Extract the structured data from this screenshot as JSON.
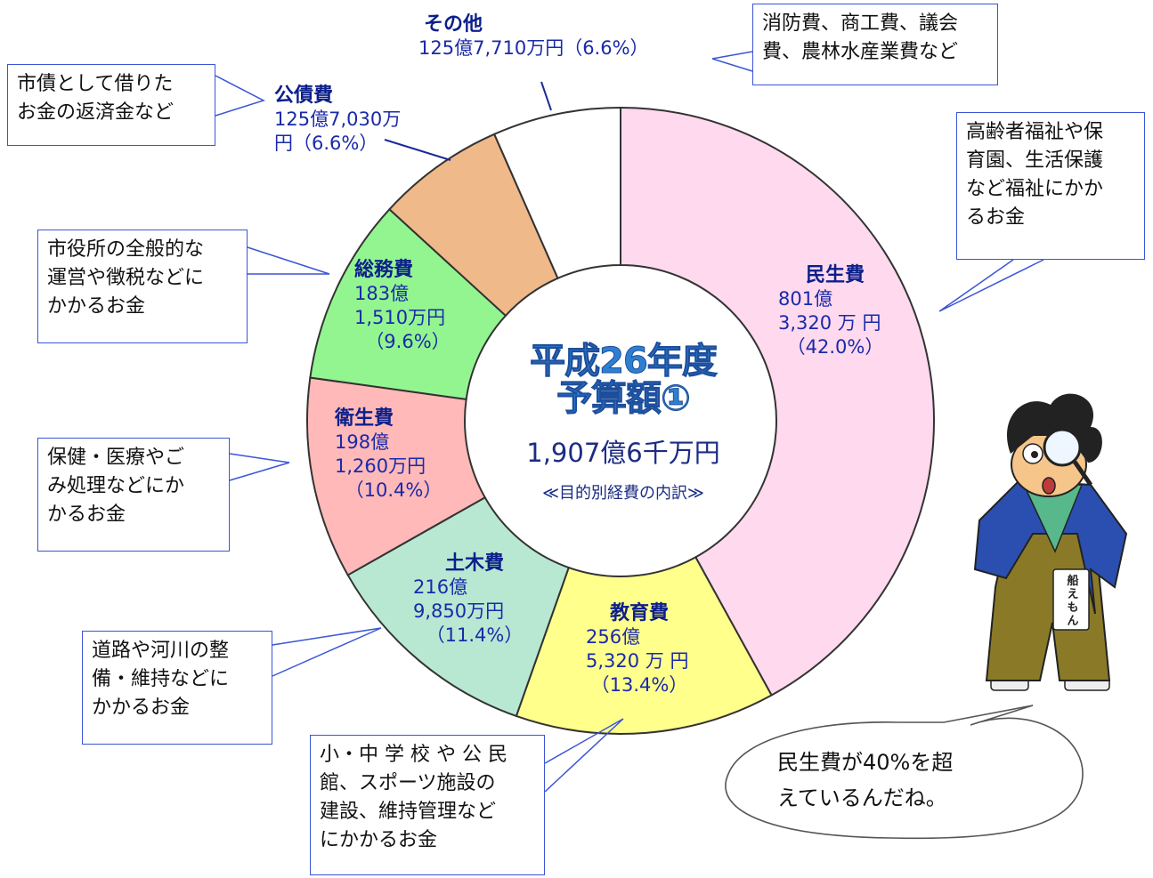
{
  "chart_data": {
    "type": "pie",
    "variant": "donut",
    "title": [
      "平成26年度",
      "予算額①"
    ],
    "total_label": "1,907億6千万円",
    "subtitle": "≪目的別経費の内訳≫",
    "segments": [
      {
        "name": "民生費",
        "amount_lines": [
          "801億",
          "3,320 万 円"
        ],
        "percent_label": "（42.0%）",
        "value": 42.0,
        "color": "#ffd9ee"
      },
      {
        "name": "教育費",
        "amount_lines": [
          "256億",
          "5,320 万 円"
        ],
        "percent_label": "（13.4%）",
        "value": 13.4,
        "color": "#ffff8c"
      },
      {
        "name": "土木費",
        "amount_lines": [
          "216億",
          "9,850万円"
        ],
        "percent_label": "（11.4%）",
        "value": 11.4,
        "color": "#b8e8d2"
      },
      {
        "name": "衛生費",
        "amount_lines": [
          "198億",
          "1,260万円"
        ],
        "percent_label": "（10.4%）",
        "value": 10.4,
        "color": "#ffb9b9"
      },
      {
        "name": "総務費",
        "amount_lines": [
          "183億",
          "1,510万円"
        ],
        "percent_label": "（9.6%）",
        "value": 9.6,
        "color": "#93f590"
      },
      {
        "name": "公債費",
        "amount_lines": [
          "125億7,030万",
          "円（6.6%）"
        ],
        "percent_label": "",
        "value": 6.6,
        "color": "#f0b98a"
      },
      {
        "name": "その他",
        "amount_lines": [
          "125億7,710万円（6.6%）"
        ],
        "percent_label": "",
        "value": 6.6,
        "color": "#ffffff"
      }
    ]
  },
  "notes": {
    "minsei": [
      "高齢者福祉や保",
      "育園、生活保護",
      "など福祉にかか",
      "るお金"
    ],
    "kyoiku": [
      "小・中 学 校 や 公 民",
      "館、スポーツ施設の",
      "建設、維持管理など",
      "にかかるお金"
    ],
    "doboku": [
      "道路や河川の整",
      "備・維持などに",
      "かかるお金"
    ],
    "eisei": [
      "保健・医療やご",
      "み処理などにか",
      "かるお金"
    ],
    "somu": [
      "市役所の全般的な",
      "運営や徴税などに",
      "かかるお金"
    ],
    "kousai": [
      "市債として借りた",
      "お金の返済金など"
    ],
    "sonota": [
      "消防費、商工費、議会",
      "費、農林水産業費など"
    ]
  },
  "speech": [
    "民生費が40%を超",
    "えているんだね。"
  ],
  "character_badge": [
    "船",
    "え",
    "も",
    "ん"
  ],
  "colors": {
    "outline": "#333333",
    "callout_border": "#3b55d6"
  }
}
